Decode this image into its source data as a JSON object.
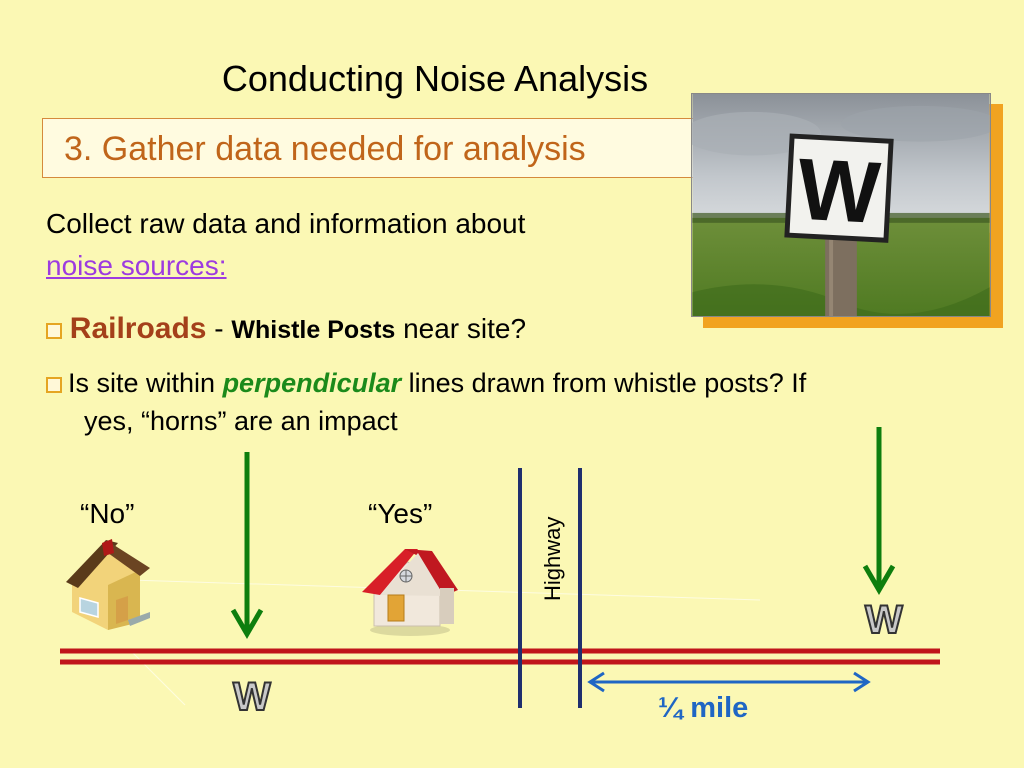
{
  "slide": {
    "title": "Conducting Noise Analysis",
    "subtitle": "3. Gather data needed for analysis",
    "intro_line1": "Collect raw data and information about",
    "intro_link": "noise sources:",
    "bullet1": {
      "railroads": "Railroads",
      "dash": " - ",
      "whistle_posts": "Whistle Posts",
      "rest": " near site?"
    },
    "bullet2": {
      "before": "Is site within ",
      "perpendicular": "perpendicular",
      "after": " lines drawn from whistle posts? If",
      "line2": "yes, “horns” are an impact"
    }
  },
  "diagram": {
    "no_label": "“No”",
    "yes_label": "“Yes”",
    "highway_label": "Highway",
    "whistle_sign_right": "W",
    "whistle_sign_left": "W",
    "distance_label": "¼ mile",
    "photo_sign": "W"
  },
  "colors": {
    "background": "#fbf8b4",
    "subtitle": "#c0651a",
    "railroad": "#c0151a",
    "arrow_green": "#0e7e0e",
    "highway": "#1f2f6e",
    "distance_arrow": "#1f66c4",
    "link": "#9d3be0"
  }
}
